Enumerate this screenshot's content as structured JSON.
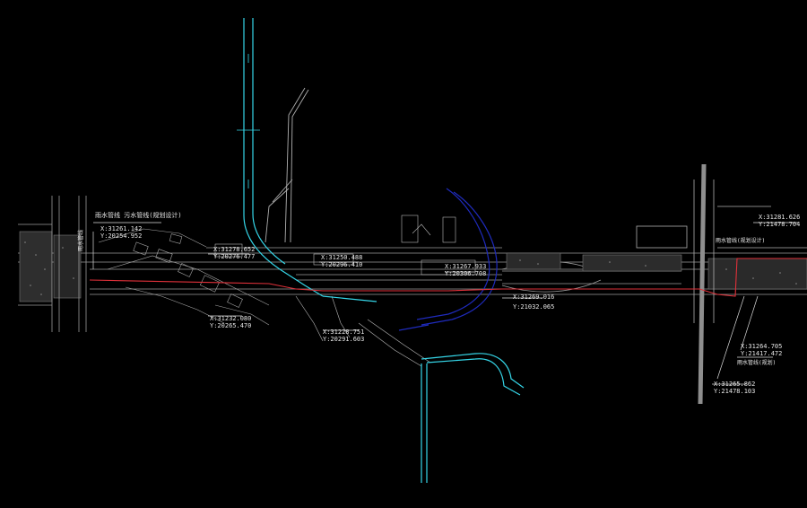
{
  "colors": {
    "background": "#000000",
    "road_gray": "#9a9a9a",
    "road_light": "#c8c8c8",
    "cyan_line": "#35d6e8",
    "blue_line": "#1f2bbd",
    "red_line": "#e0313a",
    "text": "#e6e6e6"
  },
  "annotations": [
    {
      "id": "left-pipe-note",
      "lines": [
        "雨水管线 污水管线(规划设计)"
      ]
    },
    {
      "id": "left-xy",
      "lines": [
        "X:31261.142",
        "Y:20254.952"
      ]
    },
    {
      "id": "left-vertical-note",
      "lines": [
        "雨水管线"
      ]
    },
    {
      "id": "mid-xy-1",
      "lines": [
        "X:31278.652",
        "Y:20276.477"
      ]
    },
    {
      "id": "mid-xy-2",
      "lines": [
        "X:31250.488",
        "Y:20296.410"
      ]
    },
    {
      "id": "mid-xy-3",
      "lines": [
        "X:31267.933",
        "Y:20306.708"
      ]
    },
    {
      "id": "mid-xy-4",
      "lines": [
        "X:31269.016",
        "Y:21032.065"
      ]
    },
    {
      "id": "lower-xy-1",
      "lines": [
        "X:31232.080",
        "Y:20265.470"
      ]
    },
    {
      "id": "lower-xy-2",
      "lines": [
        "X:31228.751",
        "Y:20291.603"
      ]
    },
    {
      "id": "right-xy-top",
      "lines": [
        "X:31281.626",
        "Y:21478.704"
      ]
    },
    {
      "id": "right-note",
      "lines": [
        "雨水管线(规划设计)"
      ]
    },
    {
      "id": "right-xy-mid",
      "lines": [
        "X:31264.705",
        "Y:21417.472",
        "雨水管线(规划)"
      ]
    },
    {
      "id": "right-xy-low",
      "lines": [
        "X:31265.862",
        "Y:21478.103"
      ]
    }
  ]
}
